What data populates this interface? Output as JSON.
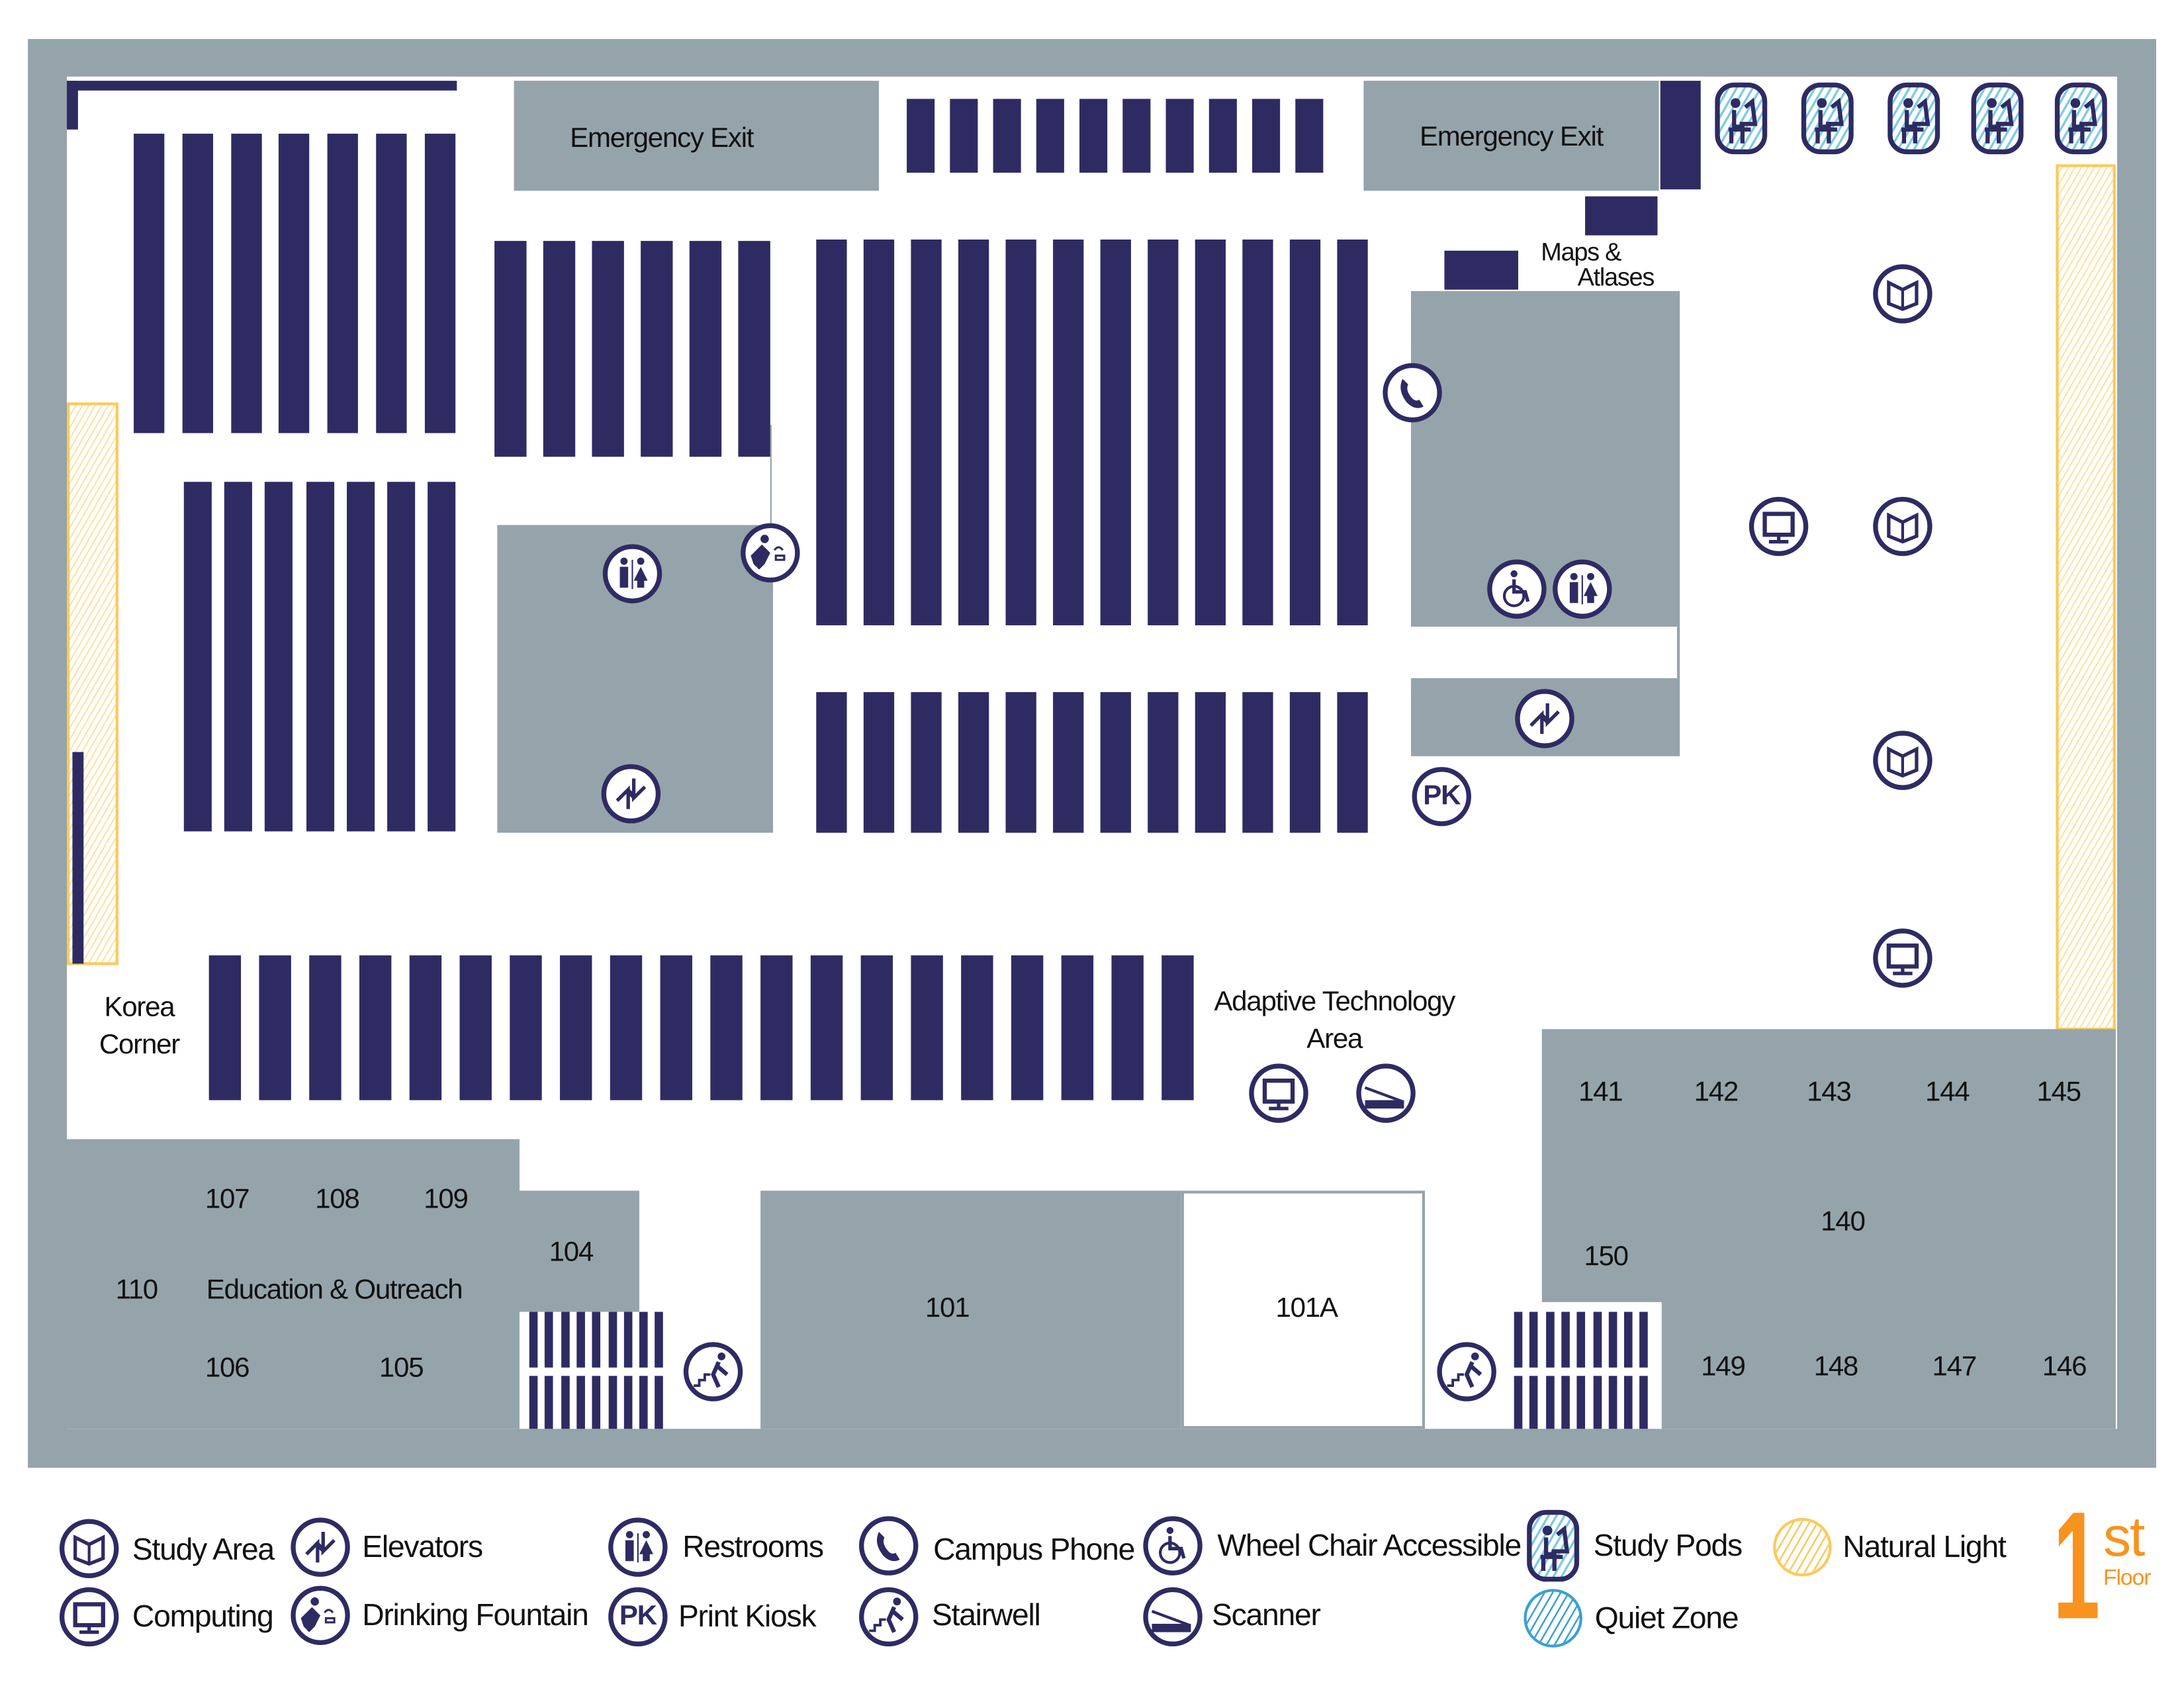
{
  "labels": {
    "emergency_exit_1": "Emergency Exit",
    "emergency_exit_2": "Emergency Exit",
    "maps_line1": "Maps &",
    "maps_line2": "Atlases",
    "korea_line1": "Korea",
    "korea_line2": "Corner",
    "adaptive_line1": "Adaptive Technology",
    "adaptive_line2": "Area",
    "education": "Education & Outreach"
  },
  "rooms": {
    "r107": "107",
    "r108": "108",
    "r109": "109",
    "r104": "104",
    "r110": "110",
    "r106": "106",
    "r105": "105",
    "r101": "101",
    "r101a": "101A",
    "r141": "141",
    "r142": "142",
    "r143": "143",
    "r144": "144",
    "r145": "145",
    "r140": "140",
    "r150": "150",
    "r149": "149",
    "r148": "148",
    "r147": "147",
    "r146": "146"
  },
  "legend": {
    "study_area": "Study Area",
    "computing": "Computing",
    "elevators": "Elevators",
    "drinking_fountain": "Drinking Fountain",
    "restrooms": "Restrooms",
    "print_kiosk": "Print Kiosk",
    "campus_phone": "Campus Phone",
    "stairwell": "Stairwell",
    "wheelchair": "Wheel Chair Accessible",
    "scanner": "Scanner",
    "study_pods": "Study Pods",
    "quiet_zone": "Quiet Zone",
    "natural_light": "Natural Light"
  },
  "floor": {
    "number": "1",
    "suffix": "st",
    "word": "Floor"
  },
  "icons": {
    "pk": "PK"
  },
  "colors": {
    "navy": "#2e2b63",
    "wall": "#95a4ab",
    "natural_light": "#fbc95c",
    "quiet_zone": "#3ba0d4",
    "floor_badge": "#f7931e"
  }
}
